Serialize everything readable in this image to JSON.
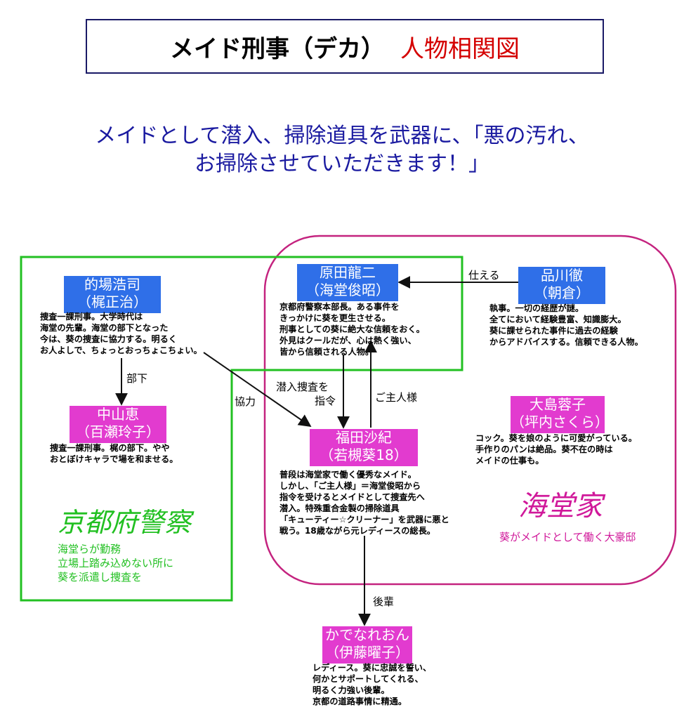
{
  "title": {
    "main": "メイド刑事（デカ）",
    "accent": "人物相関図"
  },
  "tagline": {
    "line1": "メイドとして潜入、掃除道具を武器に、「悪の汚れ、",
    "line2": "お掃除させていただきます！」"
  },
  "colors": {
    "police": "#22c022",
    "family": "#c4237f",
    "blue_box": "#2f6fe8",
    "pink_box": "#e23bcf",
    "title_border": "#1a1a66",
    "tagline": "#1a1aa0"
  },
  "characters": {
    "matoba": {
      "name": "的場浩司",
      "role": "（梶正治）",
      "desc": "捜査一課刑事。大学時代は\n海堂の先輩。海堂の部下となった\n今は、葵の捜査に協力する。明るく\nお人よしで、ちょっとおっちょこちょい。"
    },
    "nakayama": {
      "name": "中山恵",
      "role": "（百瀬玲子）",
      "desc": "捜査一課刑事。梶の部下。やや\nおとぼけキャラで場を和ませる。"
    },
    "harada": {
      "name": "原田龍二",
      "role": "（海堂俊昭）",
      "desc": "京都府警察本部長。ある事件を\nきっかけに葵を更生させる。\n刑事としての葵に絶大な信頼をおく。\n外見はクールだが、心は熱く強い、\n皆から信頼される人物。"
    },
    "shinagawa": {
      "name": "品川徹",
      "role": "（朝倉）",
      "desc": "執事。一切の経歴が謎。\n全てにおいて経験豊富、知識膨大。\n葵に課せられた事件に過去の経験\nからアドバイスする。信頼できる人物。"
    },
    "fukuda": {
      "name": "福田沙紀",
      "role": "（若槻葵18）",
      "desc": "普段は海堂家で働く優秀なメイド。\nしかし、「ご主人様」＝海堂俊昭から\n指令を受けるとメイドとして捜査先へ\n潜入。特殊重合金製の掃除道具\n「キューティー☆クリーナー」を武器に悪と\n戦う。18歳ながら元レディースの総長。"
    },
    "oshima": {
      "name": "大島蓉子",
      "role": "（坪内さくら）",
      "desc": "コック。葵を娘のように可愛がっている。\n手作りのパンは絶品。葵不在の時は\nメイドの仕事も。"
    },
    "kadonare": {
      "name": "かでなれおん",
      "role": "（伊藤曜子）",
      "desc": "レディース。葵に忠誠を誓い、\n何かとサポートしてくれる、\n明るく力強い後輩。\n京都の道路事情に精通。"
    }
  },
  "relations": {
    "serve": "仕える",
    "subordinate": "部下",
    "cooperate": "協力",
    "infiltrate_line1": "潜入捜査を",
    "infiltrate_line2": "指令",
    "master": "ご主人様",
    "junior": "後輩"
  },
  "groups": {
    "police": {
      "title": "京都府警察",
      "desc_line1": "海堂らが勤務",
      "desc_line2": "立場上踏み込めない所に",
      "desc_line3": "葵を派遣し捜査を"
    },
    "family": {
      "title": "海堂家",
      "desc": "葵がメイドとして働く大豪邸"
    }
  }
}
